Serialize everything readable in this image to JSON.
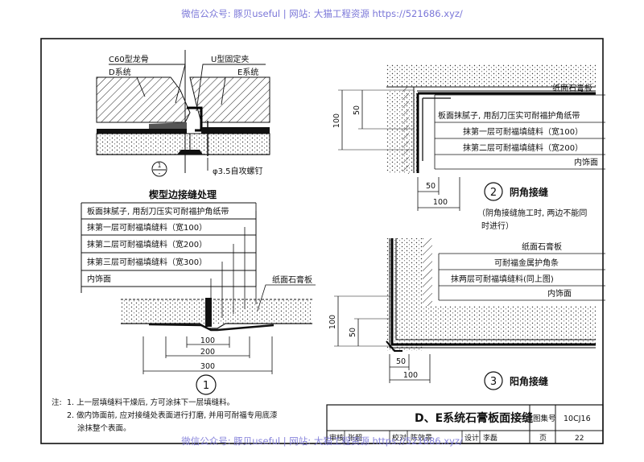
{
  "watermark": "微信公众号: 豚贝useful | 网站: 大猫工程资源 https://521686.xyz/",
  "detail1": {
    "callouts": {
      "keel": "C60型龙骨",
      "d_system": "D系统",
      "clip": "U型固定夹",
      "e_system": "E系统",
      "screw": "φ3.5自攻螺钉"
    },
    "section_ref": {
      "top": "1",
      "bottom": "-"
    },
    "title": "楔型边接缝处理",
    "layers": [
      "板面抹腻子, 用刮刀压实可耐福护角纸带",
      "抹第一层可耐福填缝料（宽100）",
      "抹第二层可耐福填缝料（宽200）",
      "抹第三层可耐福填缝料（宽300）",
      "内饰面"
    ],
    "board_label": "纸面石膏板",
    "dims": [
      "100",
      "200",
      "300"
    ],
    "number": "1"
  },
  "detail2": {
    "layers": [
      "纸面石膏板",
      "板面抹腻子, 用刮刀压实可耐福护角纸带",
      "抹第一层可耐福填缝料（宽100）",
      "抹第二层可耐福填缝料（宽200）",
      "内饰面"
    ],
    "dim_v": [
      "100",
      "50"
    ],
    "dim_h": [
      "50",
      "100"
    ],
    "number": "2",
    "title": "阴角接缝",
    "note_l1": "（阴角接缝施工时, 两边不能同",
    "note_l2": "时进行）"
  },
  "detail3": {
    "layers": [
      "纸面石膏板",
      "可耐福金属护角条",
      "抹两层可耐福填缝料(同上图)",
      "内饰面"
    ],
    "dim_v": [
      "100",
      "50"
    ],
    "dim_h": [
      "50",
      "100"
    ],
    "number": "3",
    "title": "阳角接缝"
  },
  "notes": {
    "label": "注:",
    "n1": "1. 上一层填缝料干燥后, 方可涂抹下一层填缝料。",
    "n2a": "2. 做内饰面前, 应对接缝处表面进行打磨, 并用可耐福专用底漆",
    "n2b": "涂抹整个表面。"
  },
  "title_block": {
    "title": "D、E系统石膏板面接缝",
    "atlas_label": "图集号",
    "atlas_no": "10CJ16",
    "review_label": "审核",
    "review_name": "张超",
    "check_label": "校对",
    "check_name": "陈效景",
    "design_label": "设计",
    "design_name": "李磊",
    "page_label": "页",
    "page_no": "22"
  }
}
